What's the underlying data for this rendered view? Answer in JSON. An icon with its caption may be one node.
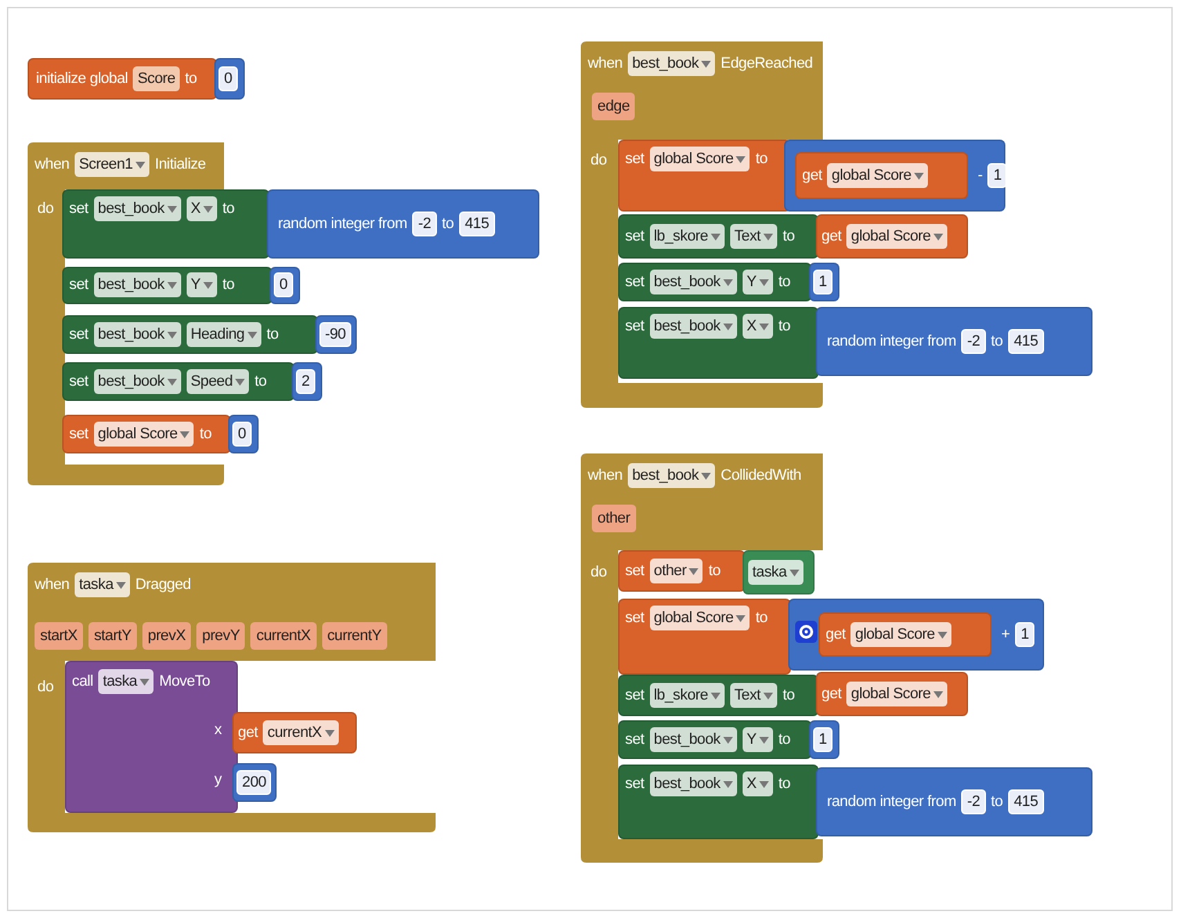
{
  "diagram": {
    "nodes": [
      {
        "text": [
          "initialize global",
          "Score",
          "to"
        ]
      },
      {
        "text": [
          "0"
        ]
      },
      {
        "text": [
          "when",
          "Screen1",
          "Initialize",
          "do"
        ]
      },
      {
        "text": [
          "set",
          "best_book",
          "X",
          "to"
        ]
      },
      {
        "text": [
          "random integer from",
          "-2",
          "to",
          "415"
        ]
      },
      {
        "text": [
          "set",
          "best_book",
          "Y",
          "to"
        ]
      },
      {
        "text": [
          "0"
        ]
      },
      {
        "text": [
          "set",
          "best_book",
          "Heading",
          "to"
        ]
      },
      {
        "text": [
          "-90"
        ]
      },
      {
        "text": [
          "set",
          "best_book",
          "Speed",
          "to"
        ]
      },
      {
        "text": [
          "2"
        ]
      },
      {
        "text": [
          "set",
          "global Score",
          "to"
        ]
      },
      {
        "text": [
          "0"
        ]
      },
      {
        "text": [
          "when",
          "best_book",
          "EdgeReached",
          "edge",
          "do"
        ]
      },
      {
        "text": [
          "set",
          "global Score",
          "to"
        ],
        "in": 13
      },
      {
        "text": [
          "-",
          "1"
        ]
      },
      {
        "text": [
          "get",
          "global Score"
        ],
        "in": 15
      },
      {
        "text": [
          "set",
          "lb_skore",
          "Text",
          "to"
        ],
        "in": 13
      },
      {
        "text": [
          "get",
          "global Score"
        ]
      },
      {
        "text": [
          "set",
          "best_book",
          "Y",
          "to"
        ],
        "in": 13
      },
      {
        "text": [
          "1"
        ]
      },
      {
        "text": [
          "set",
          "best_book",
          "X",
          "to"
        ],
        "in": 13
      },
      {
        "text": [
          "random integer from",
          "-2",
          "to",
          "415"
        ]
      },
      {
        "text": [
          "when",
          "taska",
          "Dragged",
          "startX",
          "startY",
          "prevX",
          "prevY",
          "currentX",
          "currentY",
          "do"
        ]
      },
      {
        "text": [
          "call",
          "taska",
          "MoveTo",
          "x",
          "y"
        ],
        "in": 23
      },
      {
        "text": [
          "get",
          "currentX"
        ],
        "in": 23
      },
      {
        "text": [
          "200"
        ],
        "in": 23
      },
      {
        "text": [
          "when",
          "best_book",
          "CollidedWith",
          "other",
          "do"
        ]
      },
      {
        "text": [
          "set",
          "other",
          "to"
        ],
        "in": 27
      },
      {
        "text": [
          "taska"
        ],
        "in": 27
      },
      {
        "text": [
          "set",
          "global Score",
          "to"
        ],
        "in": 27
      },
      {
        "text": [
          "+",
          "1"
        ]
      },
      {
        "text": [
          "get",
          "global Score"
        ],
        "in": 31
      },
      {
        "text": [
          "set",
          "lb_skore",
          "Text",
          "to"
        ],
        "in": 27
      },
      {
        "text": [
          "get",
          "global Score"
        ]
      },
      {
        "text": [
          "set",
          "best_book",
          "Y",
          "to"
        ],
        "in": 27
      },
      {
        "text": [
          "1"
        ]
      },
      {
        "text": [
          "set",
          "best_book",
          "X",
          "to"
        ],
        "in": 27
      },
      {
        "text": [
          "random integer from",
          "-2",
          "to",
          "415"
        ]
      }
    ]
  }
}
